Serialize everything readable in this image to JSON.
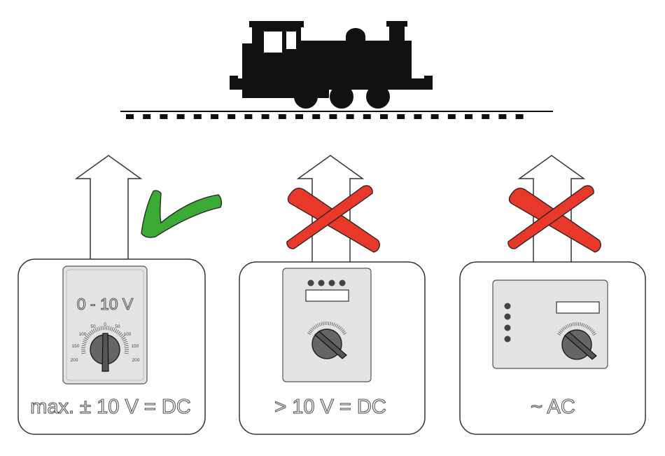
{
  "colors": {
    "check": "#3aaa35",
    "cross": "#e8382a",
    "outline": "#333333",
    "device_fill": "#e3e3e3",
    "locomotive": "#111111"
  },
  "panels": [
    {
      "label": "max. ± 10 V = DC",
      "status": "allowed",
      "status_icon": "check-mark-icon",
      "device": {
        "range_text": "0 - 10 V",
        "scale_left": [
          "200",
          "150",
          "100",
          "50"
        ],
        "scale_center": "0",
        "scale_right": [
          "50",
          "100",
          "150",
          "200"
        ]
      }
    },
    {
      "label": "> 10 V = DC",
      "status": "not-allowed",
      "status_icon": "cross-mark-icon"
    },
    {
      "label": "~ AC",
      "status": "not-allowed",
      "status_icon": "cross-mark-icon"
    }
  ]
}
